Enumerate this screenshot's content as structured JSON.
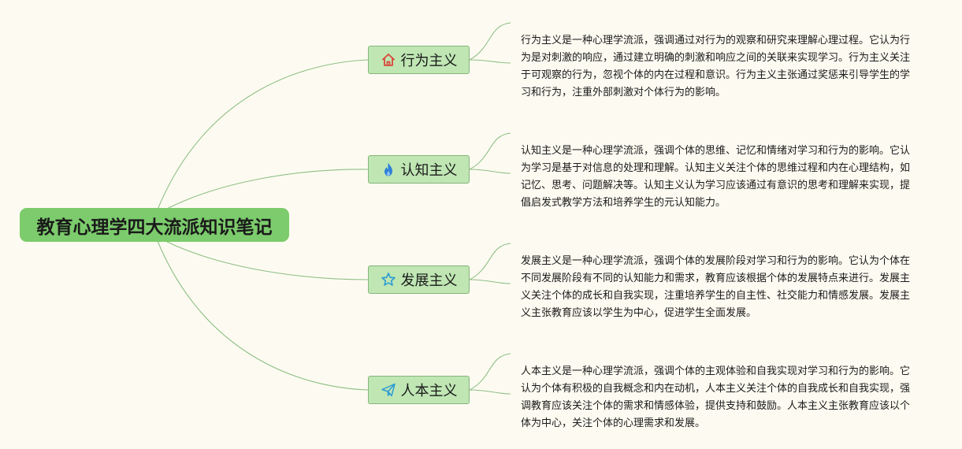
{
  "root": {
    "title": "教育心理学四大流派知识笔记"
  },
  "branches": [
    {
      "label": "行为主义",
      "icon": "home-icon",
      "icon_color": "#d9463b",
      "note": "行为主义是一种心理学流派，强调通过对行为的观察和研究来理解心理过程。它认为行为是对刺激的响应，通过建立明确的刺激和响应之间的关联来实现学习。行为主义关注于可观察的行为，忽视个体的内在过程和意识。行为主义主张通过奖惩来引导学生的学习和行为，注重外部刺激对个体行为的影响。"
    },
    {
      "label": "认知主义",
      "icon": "fire-icon",
      "icon_color": "#2f80d8",
      "note": "认知主义是一种心理学流派，强调个体的思维、记忆和情绪对学习和行为的影响。它认为学习是基于对信息的处理和理解。认知主义关注个体的思维过程和内在心理结构，如记忆、思考、问题解决等。认知主义认为学习应该通过有意识的思考和理解来实现，提倡启发式教学方法和培养学生的元认知能力。"
    },
    {
      "label": "发展主义",
      "icon": "star-icon",
      "icon_color": "#2b9bd3",
      "note": "发展主义是一种心理学流派，强调个体的发展阶段对学习和行为的影响。它认为个体在不同发展阶段有不同的认知能力和需求，教育应该根据个体的发展特点来进行。发展主义关注个体的成长和自我实现，注重培养学生的自主性、社交能力和情感发展。发展主义主张教育应该以学生为中心，促进学生全面发展。"
    },
    {
      "label": "人本主义",
      "icon": "send-icon",
      "icon_color": "#2b9bd3",
      "note": "人本主义是一种心理学流派，强调个体的主观体验和自我实现对学习和行为的影响。它认为个体有积极的自我概念和内在动机，人本主义关注个体的自我成长和自我实现，强调教育应该关注个体的需求和情感体验，提供支持和鼓励。人本主义主张教育应该以个体为中心，关注个体的心理需求和发展。"
    }
  ],
  "colors": {
    "background": "#fdfbf1",
    "root": "#7ccb6c",
    "branch": "#bfe6b3",
    "link": "#8fbf86"
  }
}
